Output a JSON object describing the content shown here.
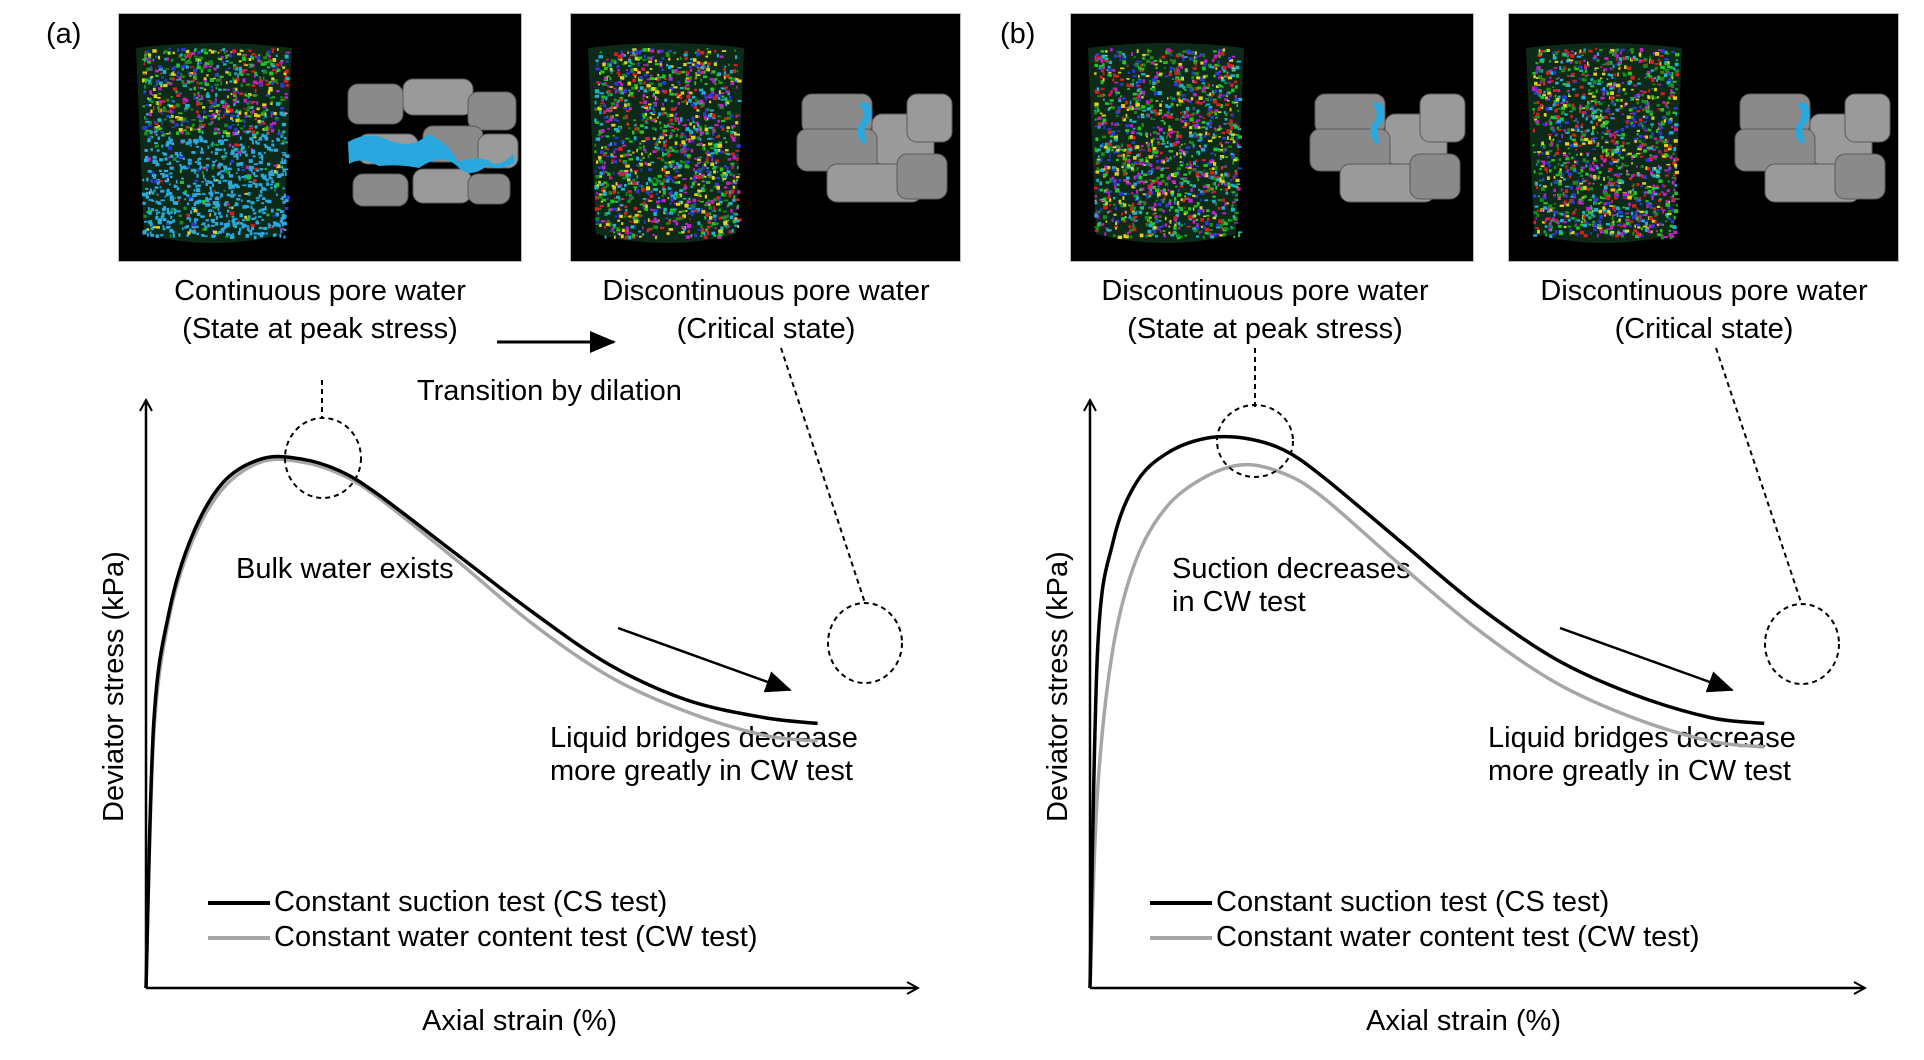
{
  "panels": [
    {
      "id": "a",
      "label": "(a)",
      "images": [
        {
          "caption_line1": "Continuous pore water",
          "caption_line2": "(State at peak stress)",
          "pore_water": "continuous"
        },
        {
          "caption_line1": "Discontinuous pore water",
          "caption_line2": "(Critical state)",
          "pore_water": "discontinuous"
        }
      ],
      "transition_label": "Transition by dilation",
      "notes": {
        "mid": [
          "Bulk water exists"
        ],
        "end": [
          "Liquid bridges decrease",
          "more greatly in CW test"
        ]
      }
    },
    {
      "id": "b",
      "label": "(b)",
      "images": [
        {
          "caption_line1": "Discontinuous pore water",
          "caption_line2": "(State at peak stress)",
          "pore_water": "discontinuous"
        },
        {
          "caption_line1": "Discontinuous pore water",
          "caption_line2": "(Critical state)",
          "pore_water": "discontinuous"
        }
      ],
      "notes": {
        "mid": [
          "Suction decreases",
          "in CW test"
        ],
        "end": [
          "Liquid bridges decrease",
          "more greatly in CW test"
        ]
      }
    }
  ],
  "colors": {
    "cs_test": "#000000",
    "cw_test": "#a6a6a6",
    "water": "#29a8e0",
    "grain": "#8f8f8f",
    "background_image": "#000000"
  },
  "chart_data": [
    {
      "type": "line",
      "panel": "a",
      "title": "",
      "xlabel": "Axial strain (%)",
      "ylabel": "Deviator stress (kPa)",
      "xlim": [
        0,
        1
      ],
      "ylim": [
        0,
        1
      ],
      "grid": false,
      "legend": "bottom-left",
      "x": [
        0,
        0.01,
        0.03,
        0.06,
        0.1,
        0.15,
        0.2,
        0.25,
        0.3,
        0.4,
        0.5,
        0.6,
        0.7,
        0.8,
        0.87
      ],
      "series": [
        {
          "name": "Constant suction test (CS test)",
          "values": [
            0,
            0.45,
            0.64,
            0.77,
            0.86,
            0.9,
            0.9,
            0.88,
            0.84,
            0.74,
            0.64,
            0.55,
            0.49,
            0.46,
            0.45
          ]
        },
        {
          "name": "Constant water content test (CW test)",
          "values": [
            0,
            0.43,
            0.63,
            0.76,
            0.85,
            0.895,
            0.895,
            0.875,
            0.835,
            0.73,
            0.62,
            0.53,
            0.47,
            0.43,
            0.42
          ]
        }
      ],
      "annotations": [
        "Bulk water exists",
        "Liquid bridges decrease more greatly in CW test"
      ]
    },
    {
      "type": "line",
      "panel": "b",
      "title": "",
      "xlabel": "Axial strain (%)",
      "ylabel": "Deviator stress (kPa)",
      "xlim": [
        0,
        1
      ],
      "ylim": [
        0,
        1
      ],
      "grid": false,
      "legend": "bottom-left",
      "x": [
        0,
        0.01,
        0.03,
        0.06,
        0.1,
        0.15,
        0.2,
        0.25,
        0.3,
        0.4,
        0.5,
        0.6,
        0.7,
        0.8,
        0.87
      ],
      "series": [
        {
          "name": "Constant suction test (CS test)",
          "values": [
            0,
            0.58,
            0.76,
            0.86,
            0.91,
            0.935,
            0.935,
            0.915,
            0.87,
            0.76,
            0.65,
            0.56,
            0.5,
            0.46,
            0.45
          ]
        },
        {
          "name": "Constant water content test (CW test)",
          "values": [
            0,
            0.34,
            0.58,
            0.73,
            0.82,
            0.87,
            0.89,
            0.875,
            0.835,
            0.72,
            0.61,
            0.52,
            0.46,
            0.42,
            0.41
          ]
        }
      ],
      "annotations": [
        "Suction decreases in CW test",
        "Liquid bridges decrease more greatly in CW test"
      ]
    }
  ]
}
